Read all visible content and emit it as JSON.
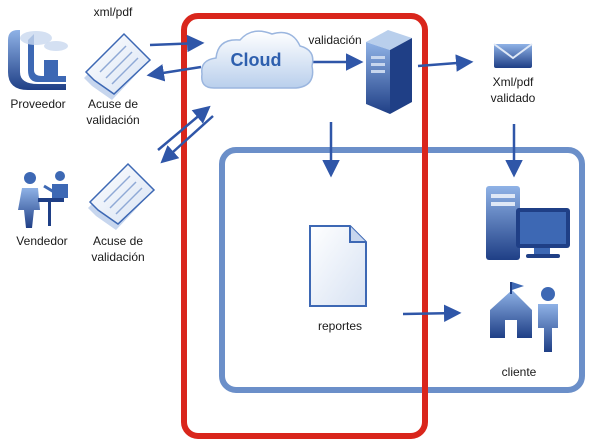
{
  "labels": {
    "xml_pdf": "xml/pdf",
    "proveedor": "Proveedor",
    "acuse_top_line1": "Acuse de",
    "acuse_top_line2": "validación",
    "cloud": "Cloud",
    "validacion": "validación",
    "xml_validado_line1": "Xml/pdf",
    "xml_validado_line2": "validado",
    "vendedor": "Vendedor",
    "acuse_bottom_line1": "Acuse de",
    "acuse_bottom_line2": "validación",
    "reportes": "reportes",
    "cliente": "cliente"
  },
  "icons": {
    "proveedor": "factory-icon",
    "acuse_top": "document-stack-icon",
    "cloud": "cloud-icon",
    "server": "server-icon",
    "mail": "envelope-icon",
    "vendedor": "seller-icon",
    "acuse_bottom": "document-stack-icon",
    "report": "document-icon",
    "computer": "computer-icon",
    "cliente": "customer-home-icon"
  },
  "colors": {
    "red_frame": "#d9261c",
    "blue_frame": "#6b8fc9",
    "arrow": "#2f56a8",
    "icon_blue": "#3d68b4",
    "icon_dark": "#1f3f86",
    "cloud_text": "#2e5fae"
  }
}
